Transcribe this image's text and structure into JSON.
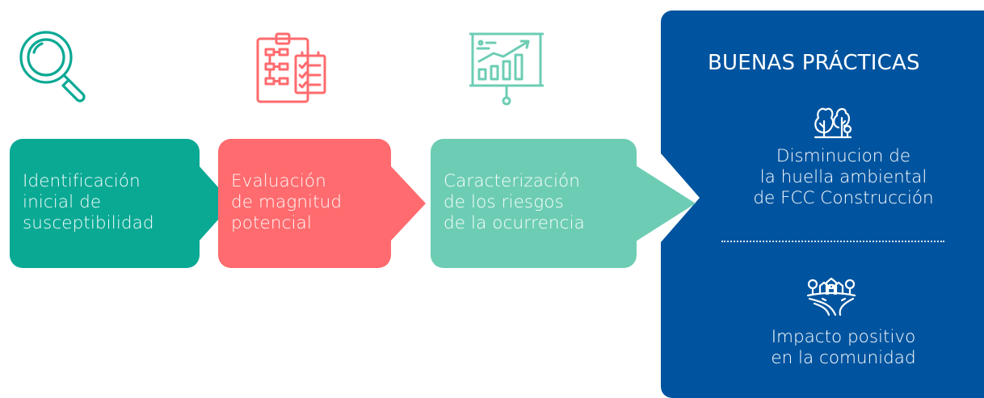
{
  "steps": [
    {
      "text": "Identificación\ninicial de\nsusceptibilidad",
      "color": "#0aa994",
      "icon": "magnifier-icon"
    },
    {
      "text": "Evaluación\nde magnitud\npotencial",
      "color": "#ff6b6e",
      "icon": "clipboard-flowchart-icon"
    },
    {
      "text": "Caracterización\nde los riesgos\nde la ocurrencia",
      "color": "#6dcdb4",
      "icon": "presentation-chart-icon"
    }
  ],
  "panel": {
    "title": "BUENAS PRÁCTICAS",
    "color": "#00549f",
    "practices": [
      {
        "text": "Disminucion de\nla huella ambiental\nde FCC Construcción",
        "icon": "trees-icon"
      },
      {
        "text": "Impacto positivo\nen la comunidad",
        "icon": "village-road-icon"
      }
    ]
  }
}
